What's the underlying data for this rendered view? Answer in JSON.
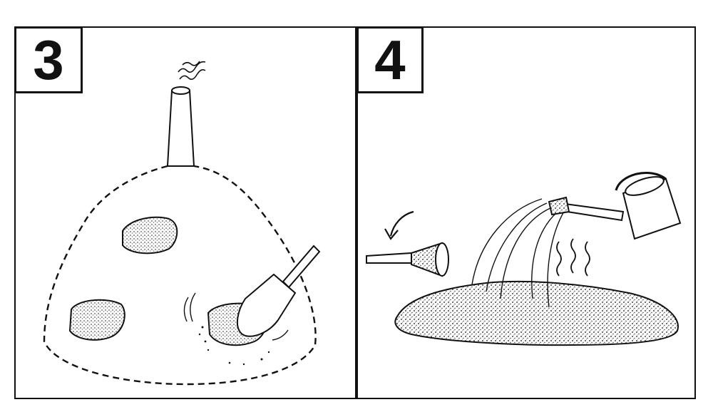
{
  "panels": [
    {
      "number": "3"
    },
    {
      "number": "4"
    }
  ],
  "colors": {
    "ink": "#111111",
    "paper": "#ffffff",
    "stipple": "#9a9a9a"
  },
  "icons": {
    "panel_3": [
      "compost-heap",
      "chimney-pipe",
      "smoke",
      "spade",
      "soil-patch"
    ],
    "panel_4": [
      "watering-can",
      "funnel",
      "curved-arrow",
      "compost-pile",
      "steam"
    ]
  }
}
